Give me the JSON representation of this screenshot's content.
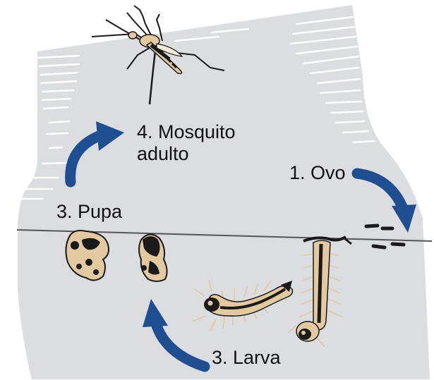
{
  "diagram": {
    "stages": {
      "adult": {
        "line1": "4. Mosquito",
        "line2": "adulto"
      },
      "egg": {
        "label": "1. Ovo"
      },
      "pupa": {
        "label": "3. Pupa"
      },
      "larva": {
        "label": "3. Larva"
      }
    },
    "colors": {
      "jar_fill": "#dcdde0",
      "jar_outline": "#ffffff",
      "ridge_lines": "#ffffff",
      "water_line": "#55565a",
      "arrow": "#1f4f91",
      "body_tan": "#e2c9a0",
      "body_dark": "#1a1a1a"
    },
    "icons": {
      "adult": "mosquito-icon",
      "egg": "eggs-icon",
      "larva": "larva-icon",
      "pupa": "pupa-icon"
    }
  }
}
